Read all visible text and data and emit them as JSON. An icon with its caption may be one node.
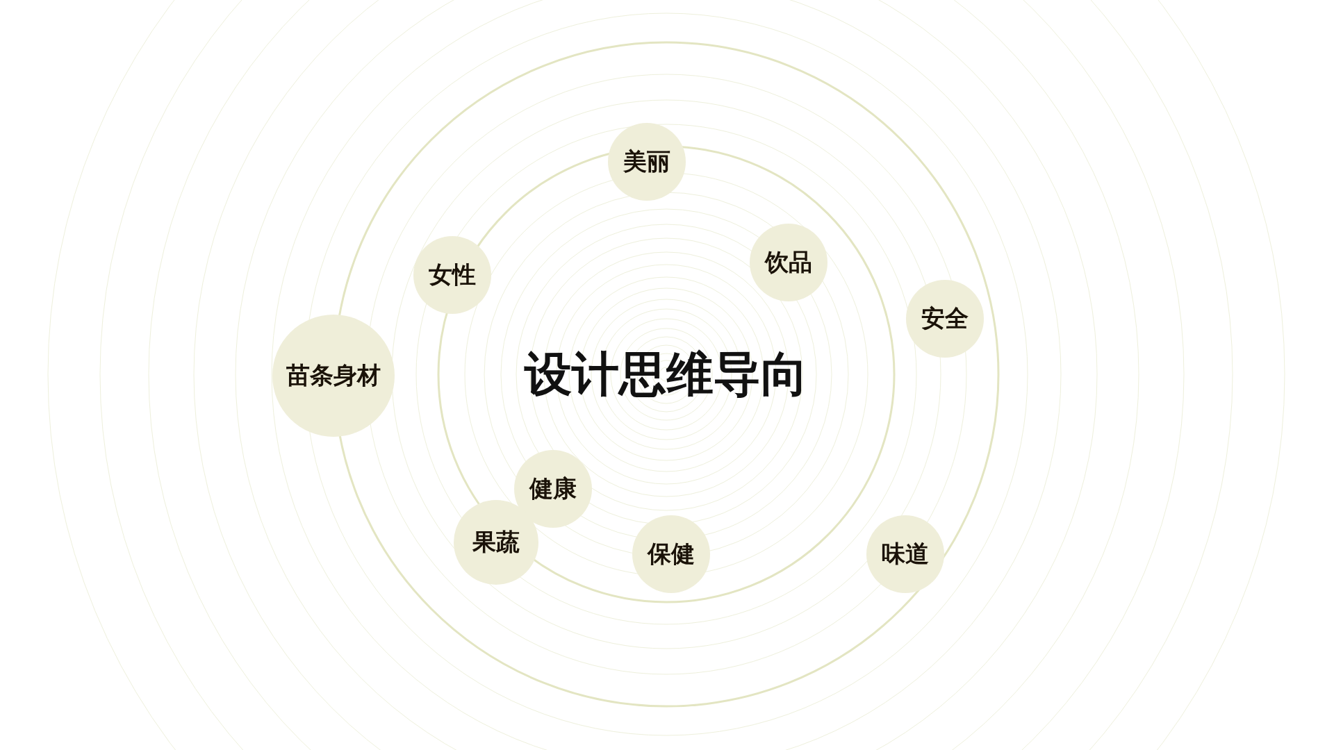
{
  "diagram": {
    "title": "设计思维导向",
    "nodes": [
      {
        "text": [
          "美丽"
        ]
      },
      {
        "text": [
          "女性"
        ]
      },
      {
        "text": [
          "饮品"
        ]
      },
      {
        "text": [
          "安全"
        ]
      },
      {
        "text": [
          "苗条身材"
        ]
      },
      {
        "text": [
          "健康"
        ]
      },
      {
        "text": [
          "果蔬"
        ]
      },
      {
        "text": [
          "保健"
        ]
      },
      {
        "text": [
          "味道"
        ]
      }
    ]
  }
}
